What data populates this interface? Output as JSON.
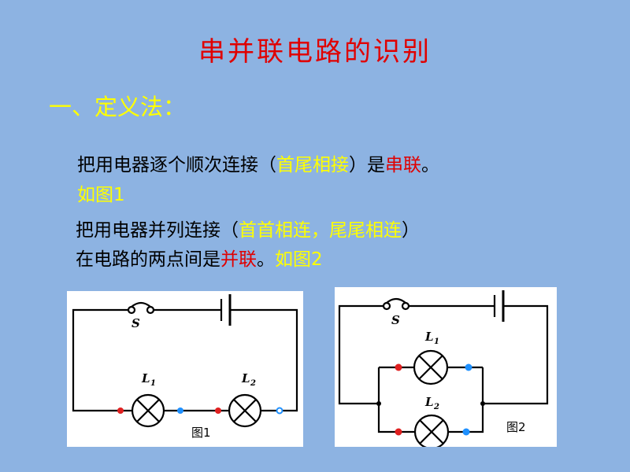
{
  "title": "串并联电路的识别",
  "section_heading": "一、定义法：",
  "series_def": {
    "line1_a": "把用电器逐个顺次连接（",
    "line1_b": "首尾相接",
    "line1_c": "）是",
    "line1_d": "串联",
    "line1_e": "。",
    "line2": "如图1"
  },
  "parallel_def": {
    "line1_a": "把用电器并列连接（",
    "line1_b": "首首相连，尾尾相连",
    "line1_c": "）",
    "line2_a": "在电路的两点间是",
    "line2_b": "并联",
    "line2_c": "。",
    "line2_d": "如图2"
  },
  "figure1": {
    "switch_label": "S",
    "lamp1_label": "L",
    "lamp1_sub": "1",
    "lamp2_label": "L",
    "lamp2_sub": "2",
    "caption": "图1"
  },
  "figure2": {
    "switch_label": "S",
    "lamp1_label": "L",
    "lamp1_sub": "1",
    "lamp2_label": "L",
    "lamp2_sub": "2",
    "caption": "图2"
  },
  "colors": {
    "background": "#8db3e2",
    "title": "#e00000",
    "highlight": "#ffff00",
    "terminal_red": "#e02020",
    "terminal_blue": "#1e90ff"
  }
}
